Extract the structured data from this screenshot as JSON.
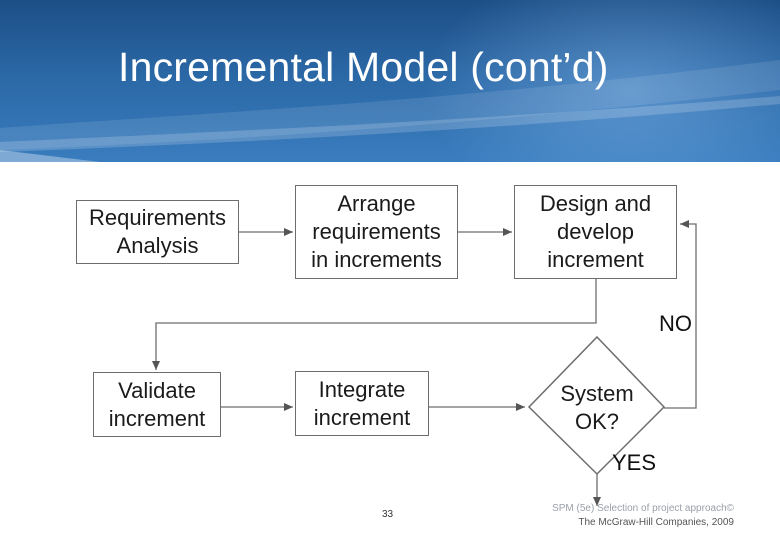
{
  "slide": {
    "title": "Incremental Model (cont’d)",
    "page_number": "33",
    "footer_line1": "SPM (5e) Selection of project approach©",
    "footer_line2": "The McGraw-Hill Companies, 2009"
  },
  "diagram": {
    "nodes": {
      "requirements_analysis": "Requirements\nAnalysis",
      "arrange_requirements": "Arrange\nrequirements\nin increments",
      "design_develop": "Design and\ndevelop\nincrement",
      "validate": "Validate\nincrement",
      "integrate": "Integrate\nincrement",
      "system_ok": "System\nOK?"
    },
    "edge_labels": {
      "no": "NO",
      "yes": "YES"
    }
  },
  "colors": {
    "header_blue": "#2a67a5",
    "box_border": "#6d6d6d",
    "arrow": "#555555"
  }
}
